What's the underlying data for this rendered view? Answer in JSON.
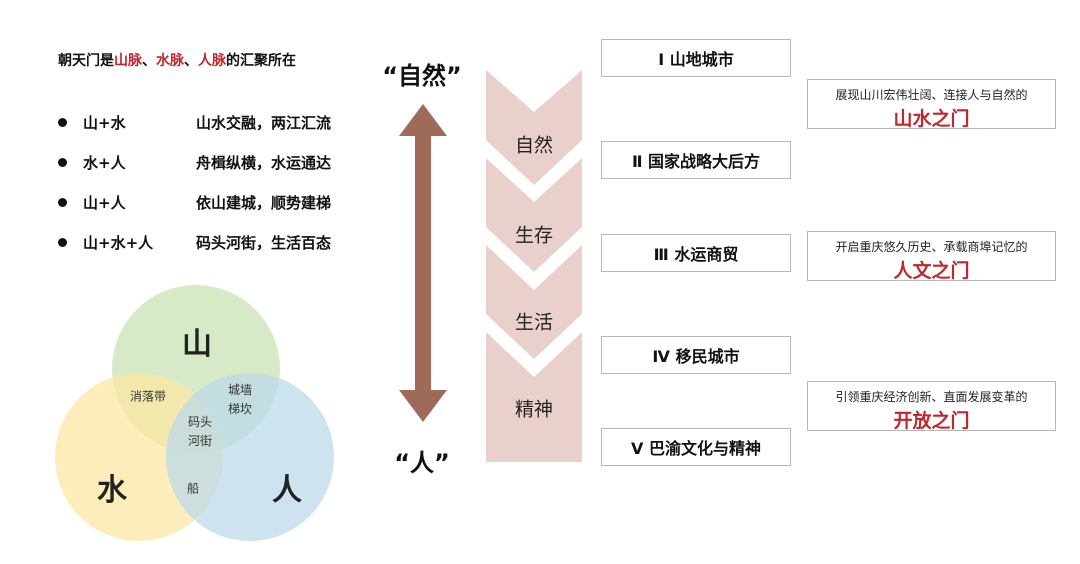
{
  "heading": {
    "prefix": "朝天门是",
    "shan": "山脉",
    "sep1": "、",
    "shui": "水脉",
    "sep2": "、",
    "ren": "人脉",
    "suffix": "的汇聚所在"
  },
  "bullets": [
    {
      "combo": "山+水",
      "desc": "山水交融，两江汇流"
    },
    {
      "combo": "水+人",
      "desc": "舟楫纵横，水运通达"
    },
    {
      "combo": "山+人",
      "desc": "依山建城，顺势建梯"
    },
    {
      "combo": "山+水+人",
      "desc": "码头河街，生活百态"
    }
  ],
  "venn": {
    "shan": "山",
    "shui": "水",
    "ren": "人",
    "shan_shui": "消落带",
    "shan_ren_1": "城墙",
    "shan_ren_2": "梯坎",
    "center_1": "码头",
    "center_2": "河街",
    "shui_ren": "船",
    "colors": {
      "shan": "#c9e3b5",
      "shui": "#fbe7a3",
      "ren": "#bcd9ea"
    }
  },
  "axis": {
    "top": "“自然”",
    "bottom": "“人”",
    "arrow_color": "#a06a5a"
  },
  "chevrons": {
    "labels": [
      "自然",
      "生存",
      "生活",
      "精神"
    ],
    "color": "#ead0cc"
  },
  "stages": [
    "Ⅰ 山地城市",
    "Ⅱ 国家战略大后方",
    "Ⅲ 水运商贸",
    "Ⅳ 移民城市",
    "Ⅴ 巴渝文化与精神"
  ],
  "gates": [
    {
      "desc": "展现山川宏伟壮阔、连接人与自然的",
      "title": "山水之门"
    },
    {
      "desc": "开启重庆悠久历史、承载商埠记忆的",
      "title": "人文之门"
    },
    {
      "desc": "引领重庆经济创新、直面发展变革的",
      "title": "开放之门"
    }
  ],
  "accent_red": "#c0272d"
}
